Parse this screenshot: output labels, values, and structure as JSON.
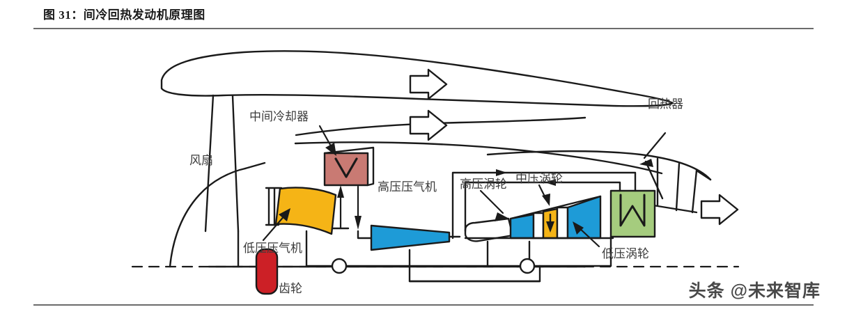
{
  "figure": {
    "title": "图 31：间冷回热发动机原理图",
    "watermark": "头条 @未来智库"
  },
  "diagram": {
    "type": "engine-schematic",
    "subject": "Intercooled recuperated (IRA) turbofan engine schematic",
    "labels": {
      "fan": "风扇",
      "intercooler": "中间冷却器",
      "lp_compressor": "低压压气机",
      "hp_compressor": "高压压气机",
      "hp_turbine": "高压涡轮",
      "ip_turbine": "中压涡轮",
      "lp_turbine": "低压涡轮",
      "recuperator": "回热器",
      "gearbox": "齿轮"
    },
    "colors": {
      "intercooler": "#C97A73",
      "recuperator": "#A5CC7E",
      "lp_compressor": "#F5B416",
      "hp_compressor": "#1E9BD7",
      "hp_turbine": "#1E9BD7",
      "ip_turbine": "#F5B416",
      "lp_turbine": "#1E9BD7",
      "gearbox": "#CC2026",
      "outline": "#1a1a1a",
      "label_text": "#3b3b3b"
    },
    "flow_arrows": {
      "bypass_upper": "右向开放箭头",
      "bypass_lower": "右向开放箭头",
      "exhaust": "右向开放箭头"
    }
  }
}
